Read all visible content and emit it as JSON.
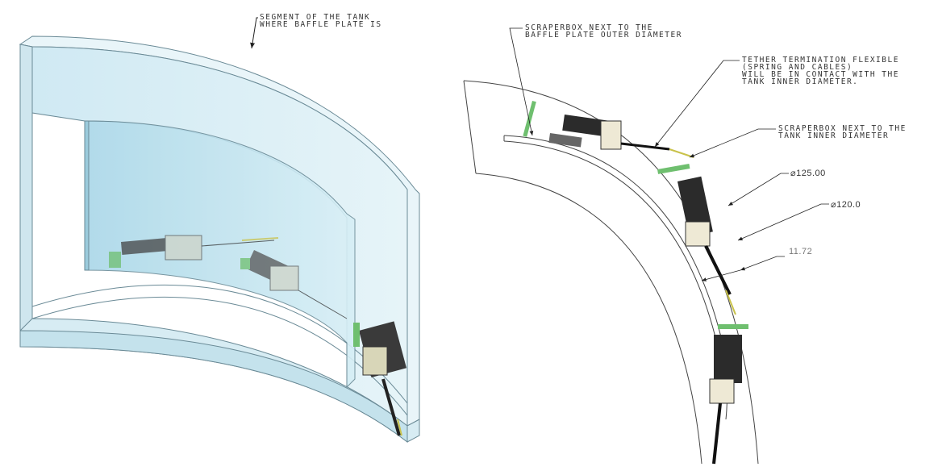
{
  "left_view": {
    "callout": [
      "SEGMENT OF THE TANK",
      "WHERE BAFFLE PLATE IS"
    ]
  },
  "right_view": {
    "callout_baffle": [
      "SCRAPERBOX NEXT TO THE",
      "BAFFLE PLATE OUTER DIAMETER"
    ],
    "callout_tether": [
      "TETHER TERMINATION FLEXIBLE",
      "(SPRING AND CABLES)",
      "WILL BE IN CONTACT WITH THE",
      "TANK INNER DIAMETER."
    ],
    "callout_tank": [
      "SCRAPERBOX NEXT TO THE",
      "TANK INNER DIAMETER"
    ],
    "dim_outer": "⌀125.00",
    "dim_inner": "⌀120.0",
    "dim_gap": "11.72"
  },
  "colors": {
    "tank_fill": "#d8eef5",
    "baffle_fill": "#b7dde9",
    "robot_body": "#2b2b2b",
    "scraper": "#6fbf6f"
  }
}
